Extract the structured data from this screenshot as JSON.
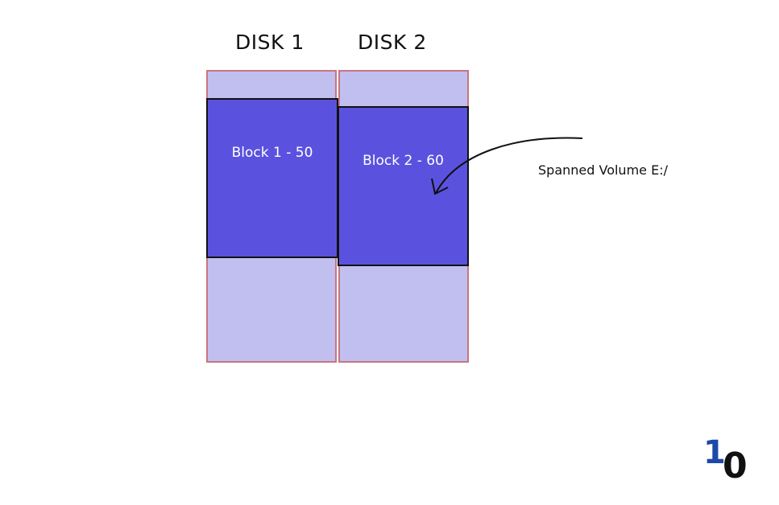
{
  "disks": [
    {
      "label": "DISK 1"
    },
    {
      "label": "DISK 2"
    }
  ],
  "blocks": [
    {
      "label": "Block 1 - 50"
    },
    {
      "label": "Block 2 - 60"
    }
  ],
  "annotation": {
    "label": "Spanned Volume E:/"
  },
  "logo": {
    "digit_one": "1",
    "digit_zero": "0"
  },
  "colors": {
    "disk_fill": "#c1bff0",
    "disk_border": "#c9757f",
    "block_fill": "#5a52de",
    "logo_blue": "#1d49a8"
  }
}
